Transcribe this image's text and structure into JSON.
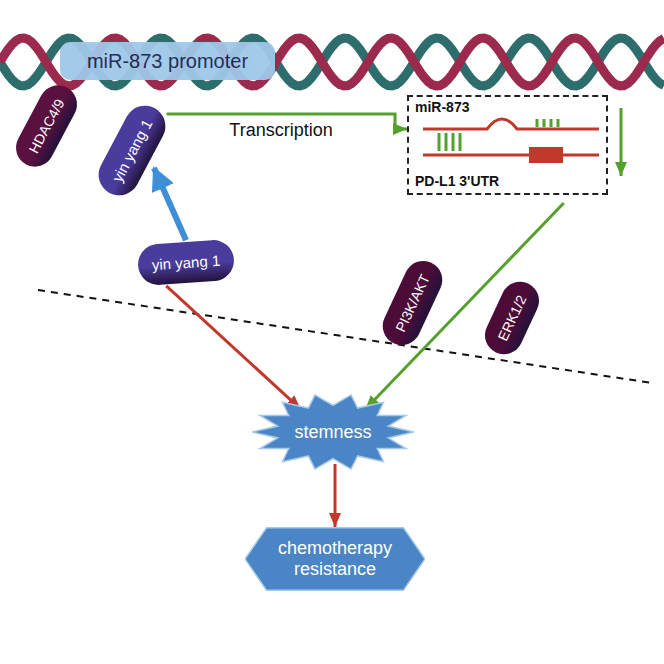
{
  "diagram": {
    "nodes": [
      {
        "text": [
          "miR-873 promoter"
        ]
      },
      {
        "text": [
          "HDAC4/9"
        ]
      },
      {
        "text": [
          "yin yang 1"
        ]
      },
      {
        "text": [
          "miR-873",
          "PD-L1 3'UTR"
        ]
      },
      {
        "text": [
          "yin yang 1"
        ]
      },
      {
        "text": [
          "PI3K/AKT"
        ]
      },
      {
        "text": [
          "ERK1/2"
        ]
      },
      {
        "text": [
          "stemness"
        ]
      },
      {
        "text": [
          "chemotherapy resistance"
        ]
      }
    ],
    "edges": [
      {
        "from": 2,
        "to": 3,
        "label": "Transcription",
        "arrow": "to"
      },
      {
        "from": 4,
        "to": 2,
        "arrow": "to"
      },
      {
        "from": 4,
        "to": 7,
        "arrow": "to"
      },
      {
        "from": 3,
        "to": 7,
        "arrow": "to"
      },
      {
        "from": 7,
        "to": 8,
        "arrow": "to"
      }
    ]
  }
}
